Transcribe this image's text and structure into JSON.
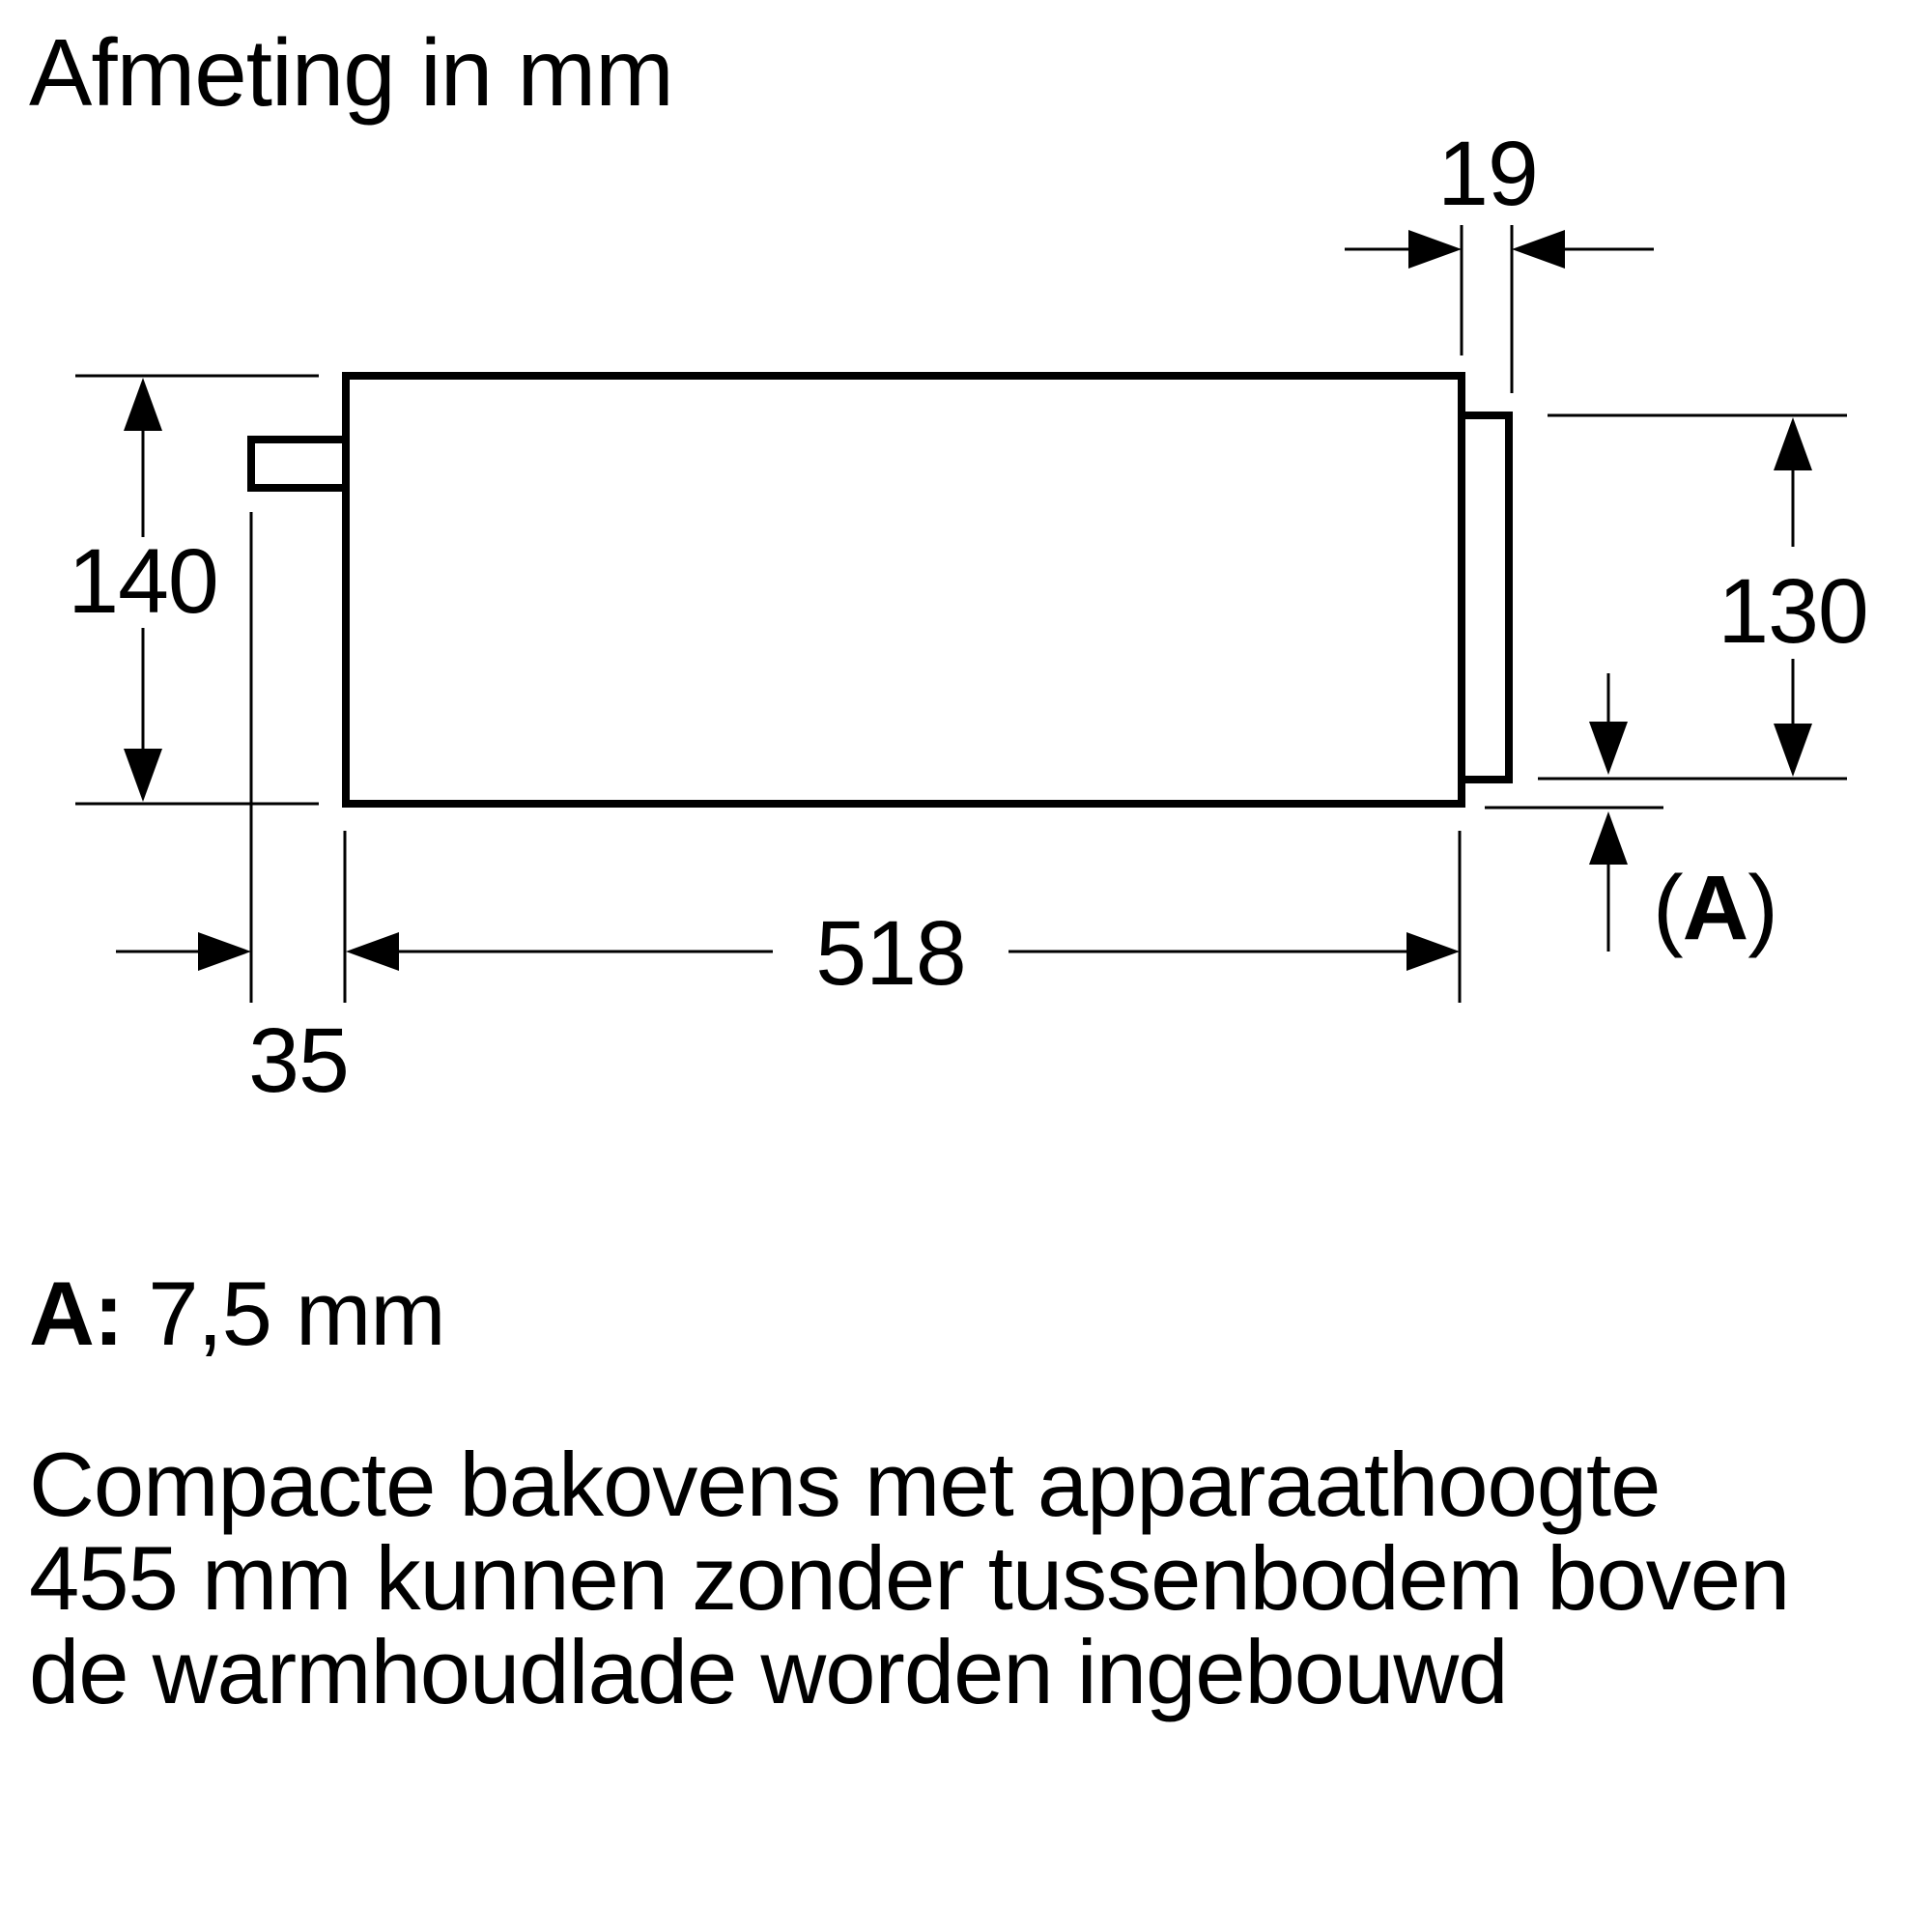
{
  "title": "Afmeting in mm",
  "diagram": {
    "dimensions": {
      "front_panel_thickness": "19",
      "body_height": "140",
      "front_panel_height": "130",
      "body_depth": "518",
      "handle_depth": "35",
      "label_a": {
        "open": "(",
        "letter": "A",
        "close": ")"
      }
    }
  },
  "legend": {
    "label": "A:",
    "value": "7,5 mm"
  },
  "paragraph": {
    "lines": [
      "Compacte bakovens met apparaathoogte",
      "455 mm kunnen zonder tussenbodem boven",
      "de warmhoudlade worden ingebouwd"
    ]
  },
  "colors": {
    "ink": "#000000",
    "background": "#ffffff"
  }
}
